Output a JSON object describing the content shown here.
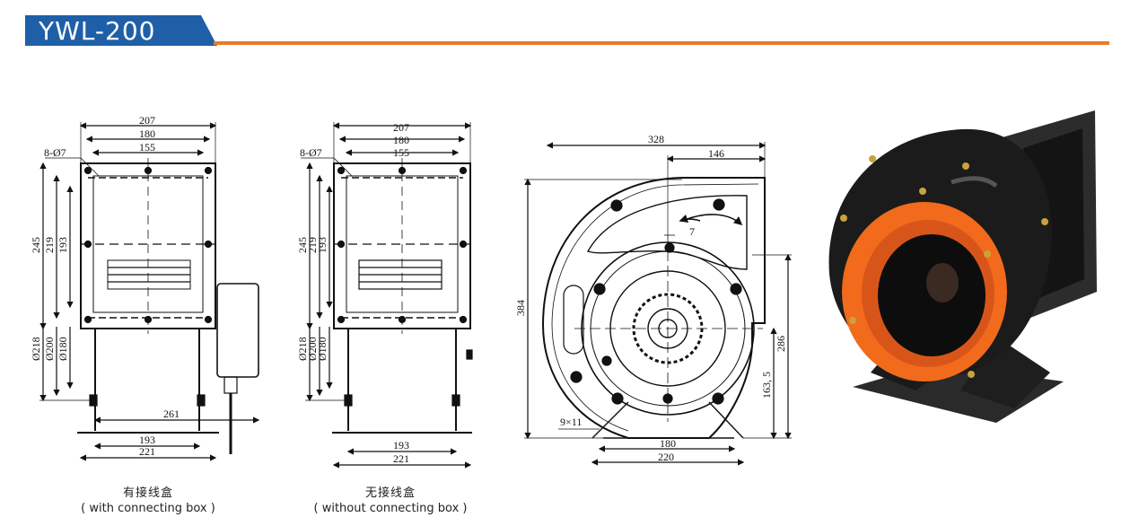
{
  "header": {
    "model": "YWL-200",
    "accent_color": "#e87c2c",
    "banner_color": "#1f5fa8"
  },
  "drawing_a": {
    "dims": {
      "w207": "207",
      "w180": "180",
      "w155": "155",
      "holes": "8-Ø7",
      "h245": "245",
      "h219": "219",
      "h193": "193",
      "d218": "Ø218",
      "d200": "Ø200",
      "d180": "Ø180",
      "w261": "261",
      "w193": "193",
      "w221": "221"
    },
    "caption_cn": "有接线盒",
    "caption_en": "( with connecting box )"
  },
  "drawing_b": {
    "dims": {
      "w207": "207",
      "w180": "180",
      "w155": "155",
      "holes": "8-Ø7",
      "h245": "245",
      "h219": "219",
      "h193": "193",
      "d218": "Ø218",
      "d200": "Ø200",
      "d180": "Ø180",
      "w193": "193",
      "w221": "221"
    },
    "caption_cn": "无接线盒",
    "caption_en": "( without connecting box )"
  },
  "drawing_c": {
    "dims": {
      "w328": "328",
      "w146": "146",
      "d7": "7",
      "h384": "384",
      "h286": "286",
      "h163": "163, 5",
      "slot": "9×11",
      "w180": "180",
      "w220": "220"
    }
  },
  "photo": {
    "icon": "centrifugal-fan-photo",
    "body_color": "#1b1b1b",
    "inlet_color": "#f26a1b"
  }
}
